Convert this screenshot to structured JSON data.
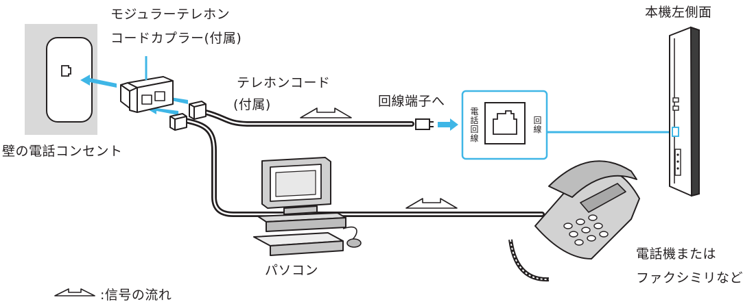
{
  "labels": {
    "coupler_line1": "モジュラーテレホン",
    "coupler_line2": "コードカプラー(付属)",
    "cord_line1": "テレホンコード",
    "cord_line2": "(付属)",
    "line_terminal": "回線端子へ",
    "wall_outlet": "壁の電話コンセント",
    "pc": "パソコン",
    "phone_line1": "電話機または",
    "phone_line2": "ファクシミリなど",
    "unit_side": "本機左側面",
    "legend": ":信号の流れ"
  },
  "port_labels": {
    "phone_line_port": "電話回線",
    "line_port": "回線"
  },
  "colors": {
    "accent": "#3fb6e6",
    "cable": "#231f20",
    "wall_plate": "#d9d9d9"
  },
  "icons": {
    "signal_flow": "double-arrow-icon",
    "plug": "rj11-plug-icon",
    "jack": "rj11-jack-icon"
  }
}
